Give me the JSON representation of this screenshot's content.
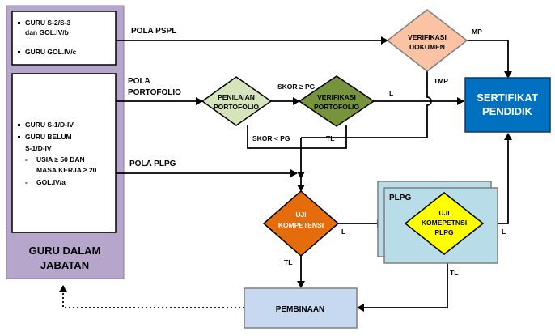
{
  "colors": {
    "jabatan_panel": "#b7a6cc",
    "verifikasi_dokumen": "#fbc3a3",
    "penilaian_portofolio": "#d6e4bc",
    "verifikasi_portofolio": "#77933c",
    "sertifikat": "#0070c0",
    "uji_kompetensi": "#e46c0a",
    "plpg_panel": "#b8dce8",
    "uji_plpg": "#ffff00",
    "pembinaan": "#c6d9f1"
  },
  "boxes": {
    "group1": {
      "line1": "GURU S-2/S-3",
      "line2": "dan GOL.IV/b",
      "line3": "GURU GOL.IV/c"
    },
    "group2": {
      "line1": "GURU S-1/D-IV",
      "line2": "GURU BELUM",
      "line3": "S-1/D-IV",
      "line4": "USIA ≥ 50 DAN",
      "line5": "MASA KERJA ≥ 20",
      "line6": "GOL.IV/a"
    },
    "guru_dalam_jabatan": {
      "line1": "GURU DALAM",
      "line2": "JABATAN"
    },
    "verifikasi_dokumen": {
      "line1": "VERIFIKASI",
      "line2": "DOKUMEN"
    },
    "penilaian_portofolio": {
      "line1": "PENILAIAN",
      "line2": "PORTOFOLIO"
    },
    "verifikasi_portofolio": {
      "line1": "VERIFIKASI",
      "line2": "PORTOFOLIO"
    },
    "sertifikat_pendidik": {
      "line1": "SERTIFIKAT",
      "line2": "PENDIDIK"
    },
    "uji_kompetensi": {
      "line1": "UJI",
      "line2": "KOMPETENSI"
    },
    "plpg_title": "PLPG",
    "uji_kompetensi_plpg": {
      "line1": "UJI",
      "line2": "KOMEPETNSI",
      "line3": "PLPG"
    },
    "pembinaan": "PEMBINAAN"
  },
  "edge_labels": {
    "pola_pspl": "POLA PSPL",
    "pola_portofolio_1": "POLA",
    "pola_portofolio_2": "PORTOFOLIO",
    "pola_plpg": "POLA PLPG",
    "mp": "MP",
    "tmp": "TMP",
    "skor_ge_pg": "SKOR ≥ PG",
    "skor_lt_pg": "SKOR < PG",
    "tl_portofolio": "TL",
    "l_portofolio": "L",
    "l_kompetensi": "L",
    "tl_kompetensi": "TL",
    "l_plpg": "L",
    "tl_plpg": "TL"
  }
}
